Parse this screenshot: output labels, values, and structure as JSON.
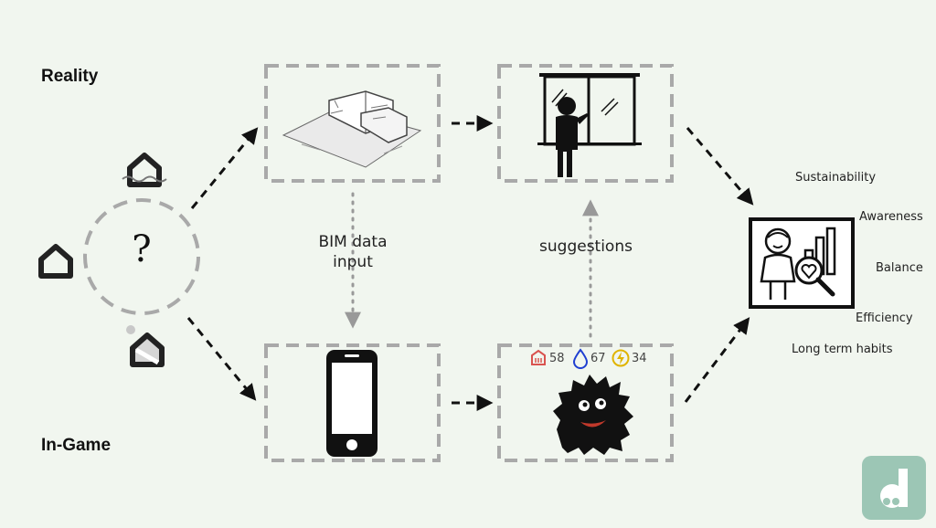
{
  "rows": {
    "reality": "Reality",
    "ingame": "In-Game"
  },
  "center_mark": "?",
  "flow_labels": {
    "bim": "BIM data\ninput",
    "suggestions": "suggestions"
  },
  "stats": [
    {
      "icon": "radiator-icon",
      "value": "58",
      "color": "#d9534f"
    },
    {
      "icon": "water-drop-icon",
      "value": "67",
      "color": "#1f3fd1"
    },
    {
      "icon": "lightning-icon",
      "value": "34",
      "color": "#e0b400"
    }
  ],
  "outcomes": [
    "Sustainability",
    "Awareness",
    "Balance",
    "Efficiency",
    "Long term habits"
  ],
  "colors": {
    "background": "#f1f6ef",
    "dashed_box": "#a9a9a9",
    "logo_bg": "#9cc6b5"
  }
}
